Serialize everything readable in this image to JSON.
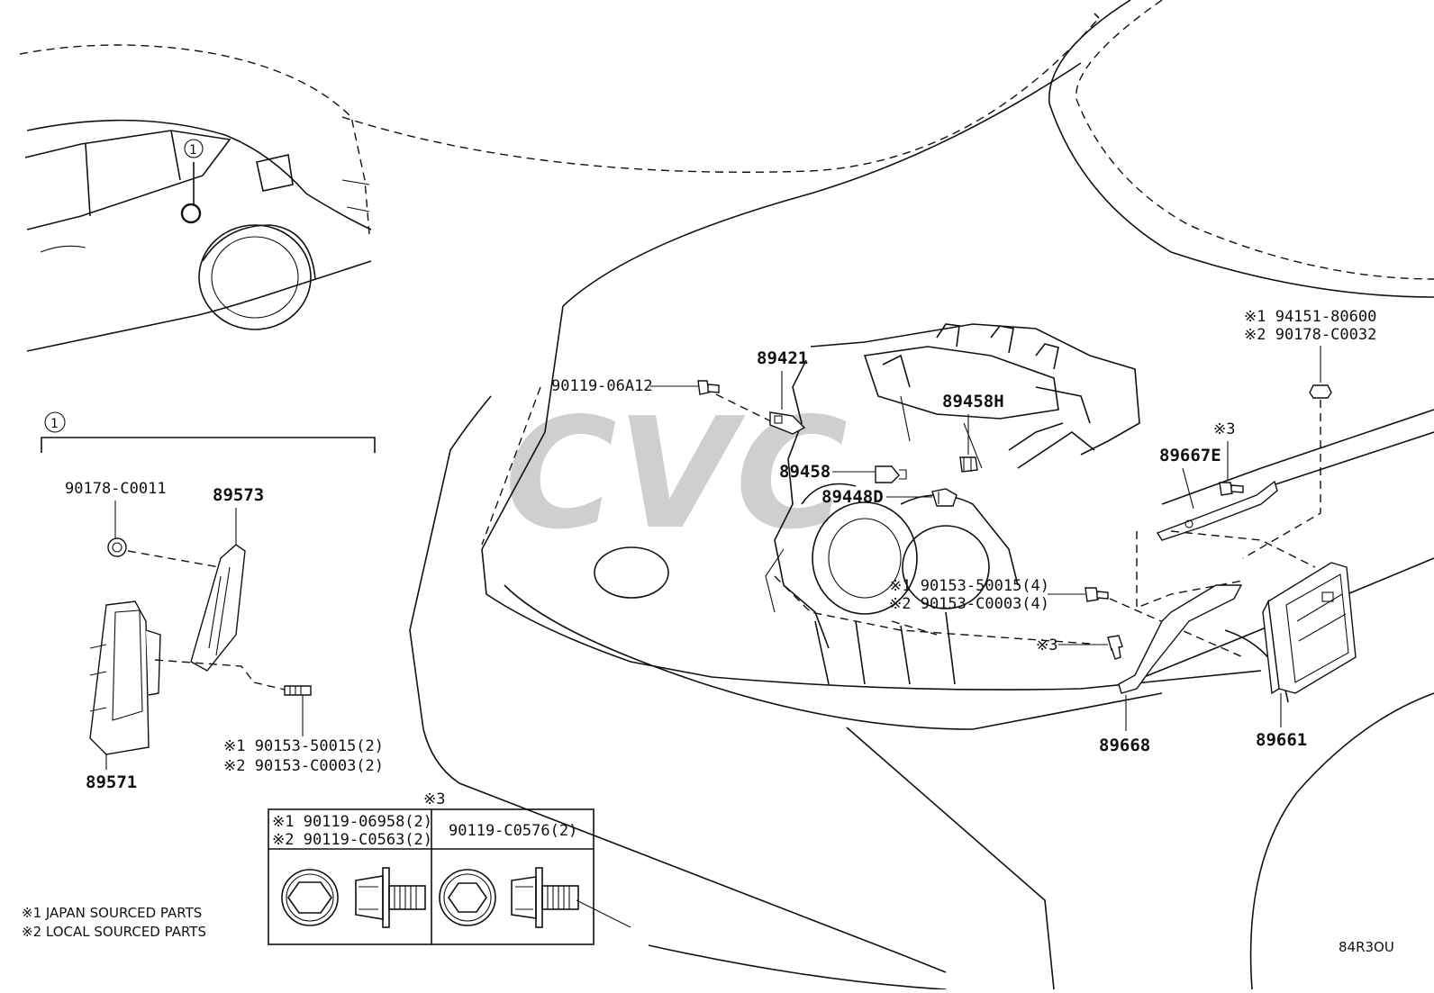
{
  "diagram_code": "84R3OU",
  "watermark": "CVC",
  "callout_marker": "1",
  "detail_box_marker": "1",
  "notes": [
    "※1 JAPAN SOURCED PARTS",
    "※2 LOCAL SOURCED PARTS"
  ],
  "detail_parts": {
    "nut": "90178-C0011",
    "bracket": "89573",
    "module": "89571",
    "screw_jp": "※1 90153-50015(2)",
    "screw_local": "※2 90153-C0003(2)"
  },
  "engine_parts": {
    "bolt_a": "90119-06A12",
    "sensor_a": "89421",
    "sensor_b": "89458H",
    "sensor_c": "89458",
    "sensor_d": "89448D",
    "bracket_e": "89667E",
    "bracket_f": "89668",
    "ecu": "89661",
    "screw_jp": "※1 90153-50015(4)",
    "screw_local": "※2 90153-C0003(4)",
    "nut_jp": "※1 94151-80600",
    "nut_local": "※2 90178-C0032",
    "ref3_top": "※3",
    "ref3_mid": "※3"
  },
  "bolt_table": {
    "ref": "※3",
    "col1_row1": "※1 90119-06958(2)",
    "col1_row2": "※2 90119-C0563(2)",
    "col2": "90119-C0576(2)"
  }
}
